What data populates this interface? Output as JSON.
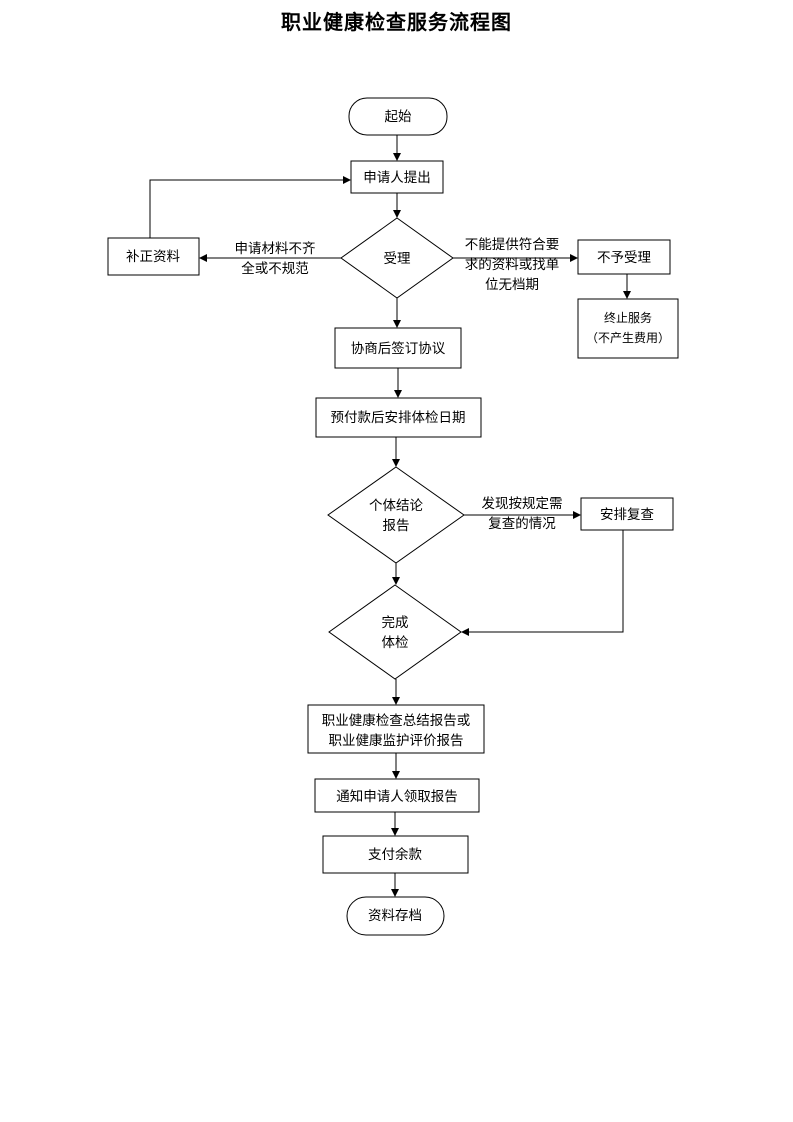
{
  "title": "职业健康检查服务流程图",
  "nodes": {
    "start": "起始",
    "apply": "申请人提出",
    "accept": "受理",
    "supplement": "补正资料",
    "reject": "不予受理",
    "terminate_1": "终止服务",
    "terminate_2": "（不产生费用）",
    "negotiate": "协商后签订协议",
    "prepay": "预付款后安排体检日期",
    "individual_1": "个体结论",
    "individual_2": "报告",
    "recheck": "安排复查",
    "complete_1": "完成",
    "complete_2": "体检",
    "summary_1": "职业健康检查总结报告或",
    "summary_2": "职业健康监护评价报告",
    "notify": "通知申请人领取报告",
    "pay_balance": "支付余款",
    "archive": "资料存档"
  },
  "edge_labels": {
    "incomplete_1": "申请材料不齐",
    "incomplete_2": "全或不规范",
    "noqualify_1": "不能提供符合要",
    "noqualify_2": "求的资料或找单",
    "noqualify_3": "位无档期",
    "recheck_1": "发现按规定需",
    "recheck_2": "复查的情况"
  }
}
